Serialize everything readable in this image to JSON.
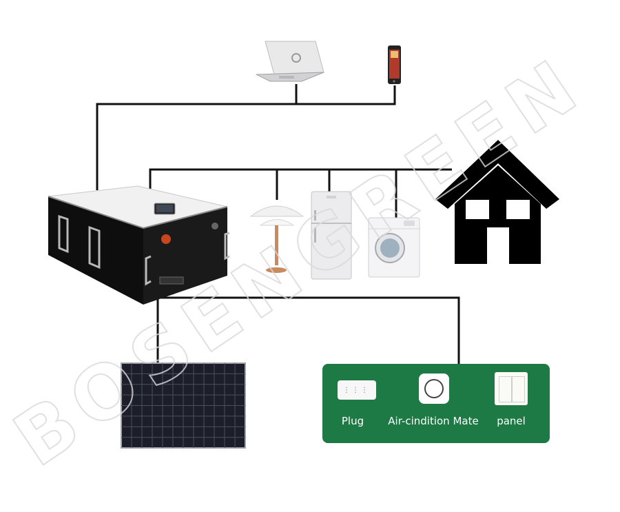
{
  "diagram": {
    "nodes": {
      "laptop": {
        "kind": "laptop"
      },
      "phone": {
        "kind": "smartphone"
      },
      "battery": {
        "kind": "lithium-battery-pack"
      },
      "lamp": {
        "kind": "table-lamp"
      },
      "fridge": {
        "kind": "refrigerator"
      },
      "washer": {
        "kind": "washing-machine"
      },
      "house": {
        "kind": "house"
      },
      "solar_panel": {
        "kind": "solar-panel"
      }
    },
    "edges": [
      [
        "battery",
        "laptop"
      ],
      [
        "battery",
        "phone"
      ],
      [
        "battery",
        "lamp"
      ],
      [
        "battery",
        "fridge"
      ],
      [
        "battery",
        "washer"
      ],
      [
        "battery",
        "house"
      ],
      [
        "battery",
        "solar_panel"
      ],
      [
        "battery",
        "outlets"
      ]
    ],
    "outlets": {
      "color": "#1e7a45",
      "items": [
        {
          "label": "Plug",
          "icon": "power-strip-icon"
        },
        {
          "label": "Air-cindition Mate",
          "icon": "wall-socket-icon"
        },
        {
          "label": "panel",
          "icon": "light-switch-icon"
        }
      ]
    },
    "watermark": "BOSENGREEN"
  }
}
